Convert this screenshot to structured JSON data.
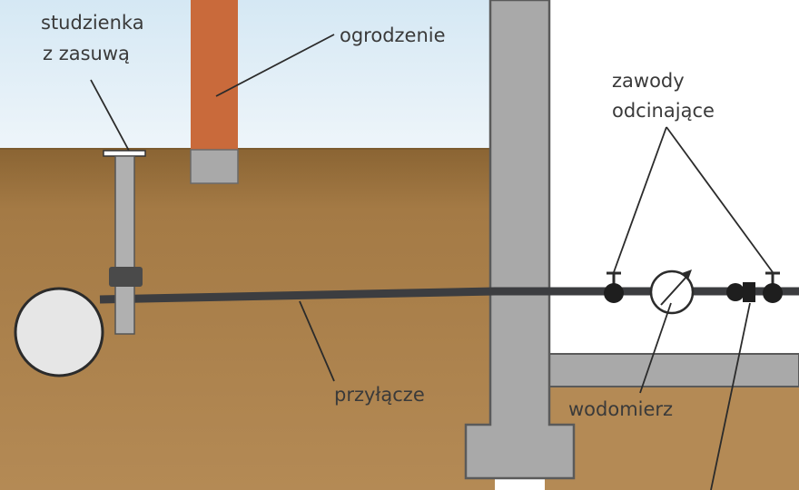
{
  "labels": {
    "studzienka_line1": "studzienka",
    "studzienka_line2": "z zasuwą",
    "ogrodzenie": "ogrodzenie",
    "zawody_line1": "zawody",
    "zawody_line2": "odcinające",
    "przylacze": "przyłącze",
    "wodomierz": "wodomierz"
  },
  "colors": {
    "sky": "#dcecf6",
    "soil": "#b2864d",
    "soil_top": "#8f6a3a",
    "concrete": "#a7a7a7",
    "fence": "#c96a3b",
    "pipe": "#3c3d40",
    "interior": "#ffffff"
  }
}
